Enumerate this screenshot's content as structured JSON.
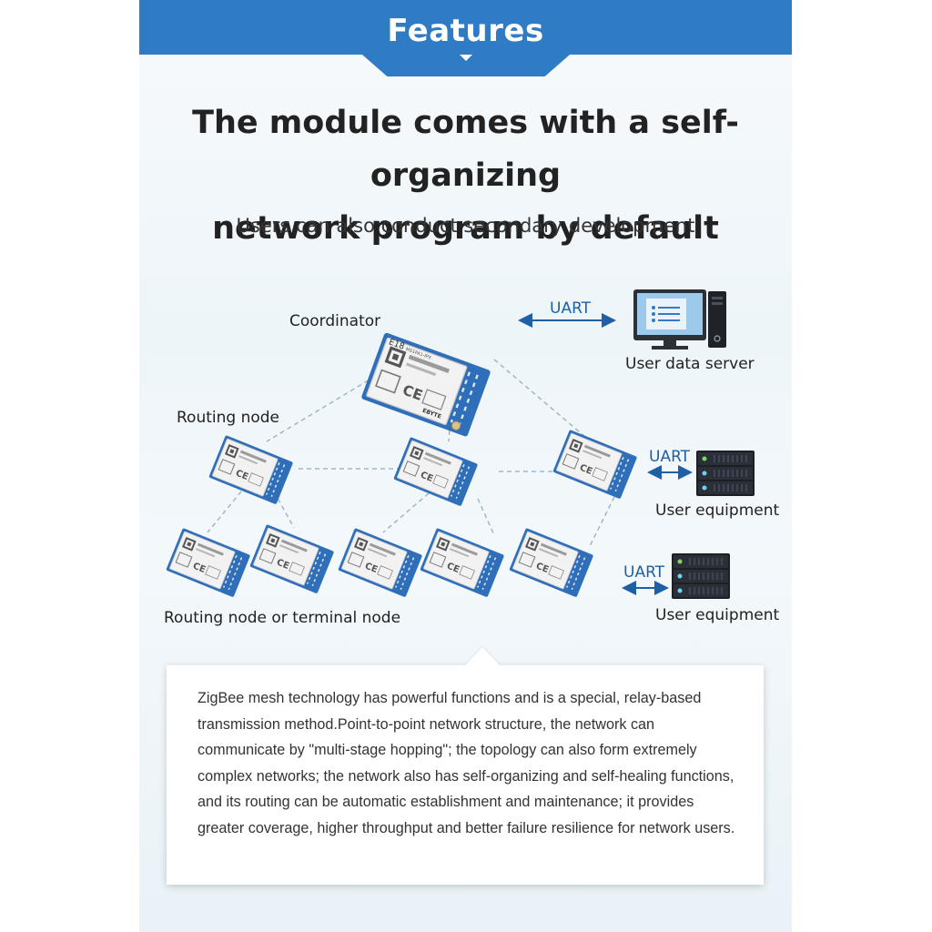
{
  "header": {
    "title": "Features"
  },
  "headline": {
    "line1": "The module comes with a self-organizing",
    "line2": "network program by default"
  },
  "subheadline": "Users can also conduct secondary development",
  "diagram": {
    "coordinator_label": "Coordinator",
    "routing_node_label": "Routing node",
    "terminal_node_label": "Routing node or terminal node",
    "uart_label": "UART",
    "server_label": "User data server",
    "equipment_label": "User equipment",
    "module_print": {
      "model": "E18",
      "model_suffix": "MS1PA1-IPX",
      "brand": "EBYTE",
      "ce": "CE"
    }
  },
  "description": "ZigBee mesh technology has powerful functions and is a special, relay-based transmission method.Point-to-point network structure, the network can communicate by \"multi-stage hopping\"; the topology can also form extremely complex networks; the network also has self-organizing and self-healing functions, and its routing can be automatic establishment and maintenance; it provides greater coverage, higher throughput and better failure resilience for network users.",
  "colors": {
    "header_blue": "#2f7bc4",
    "module_blue": "#2f6fba",
    "uart_blue": "#1f5fa6",
    "link_gray": "#9fb7c5"
  }
}
